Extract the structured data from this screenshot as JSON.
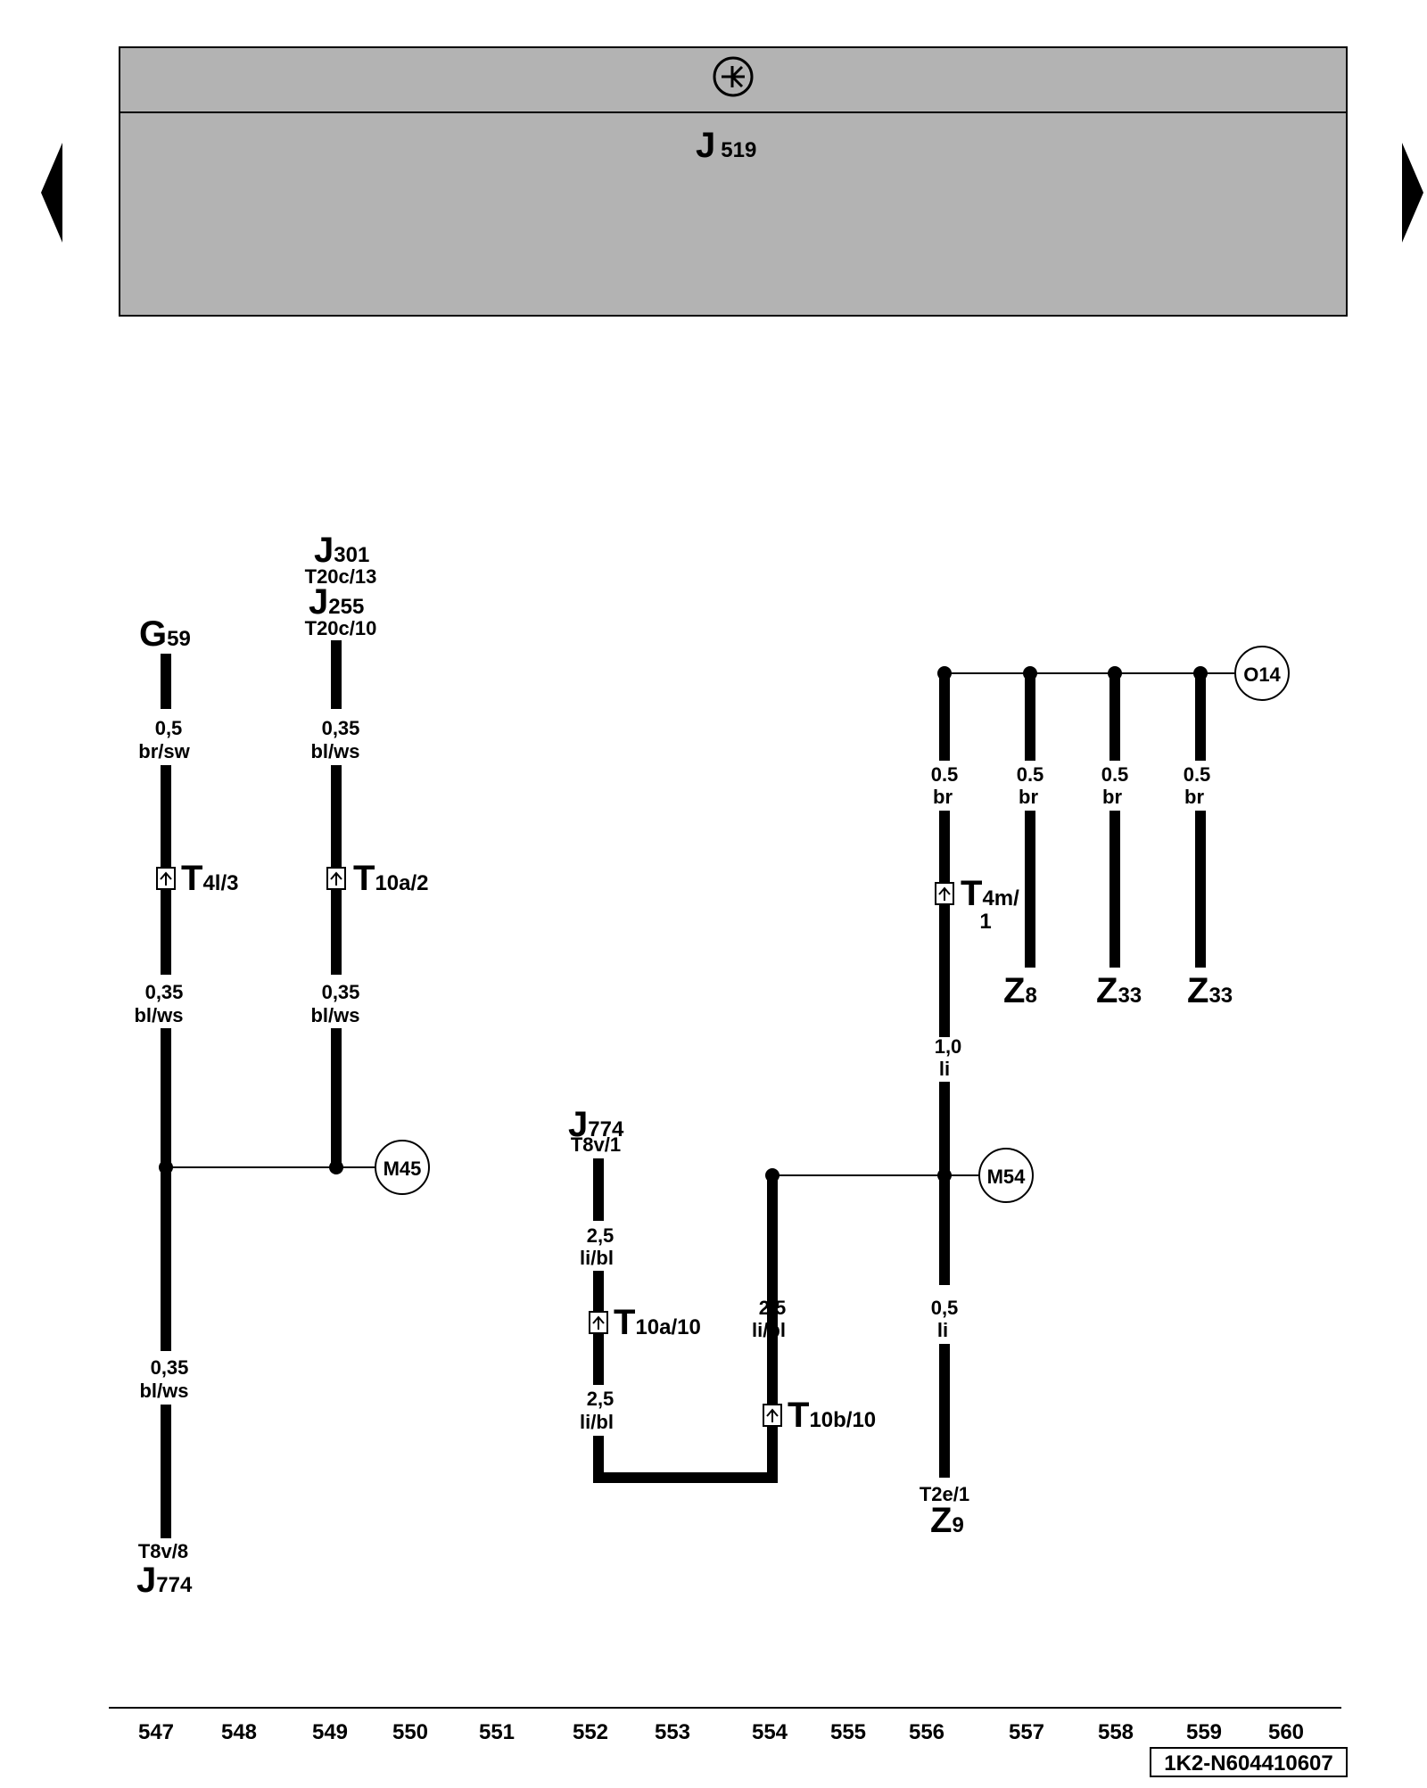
{
  "header": {
    "module_symbol": "ground-symbol",
    "module_label": "J",
    "module_number": "519"
  },
  "nav": {
    "prev": "previous-page",
    "next": "next-page"
  },
  "components": {
    "g59": {
      "letter": "G",
      "number": "59"
    },
    "j301": {
      "letter": "J",
      "number": "301",
      "pin": "T20c/13"
    },
    "j255": {
      "letter": "J",
      "number": "255",
      "pin": "T20c/10"
    },
    "j774_bottom": {
      "letter": "J",
      "number": "774",
      "pin": "T8v/8"
    },
    "j774_mid": {
      "letter": "J",
      "number": "774",
      "pin": "T8v/1"
    },
    "z9": {
      "letter": "Z",
      "number": "9",
      "pin": "T2e/1"
    },
    "z8": {
      "letter": "Z",
      "number": "8"
    },
    "z33a": {
      "letter": "Z",
      "number": "33"
    },
    "z33b": {
      "letter": "Z",
      "number": "33"
    }
  },
  "connectors": {
    "t4l3": {
      "letter": "T",
      "number": "4l/3"
    },
    "t10a2": {
      "letter": "T",
      "number": "10a/2"
    },
    "t4m1": {
      "letter": "T",
      "number": "4m/",
      "number2": "1"
    },
    "t10a10": {
      "letter": "T",
      "number": "10a/10"
    },
    "t10b10": {
      "letter": "T",
      "number": "10b/10"
    }
  },
  "grounds": {
    "m45": "M45",
    "m54": "M54",
    "o14": "O14"
  },
  "wires": {
    "w1": {
      "size": "0,5",
      "color": "br/sw"
    },
    "w2": {
      "size": "0,35",
      "color": "bl/ws"
    },
    "w3": {
      "size": "0,35",
      "color": "bl/ws"
    },
    "w4": {
      "size": "0,35",
      "color": "bl/ws"
    },
    "w5": {
      "size": "0,35",
      "color": "bl/ws"
    },
    "w6": {
      "size": "0.5",
      "color": "br"
    },
    "w7": {
      "size": "0.5",
      "color": "br"
    },
    "w8": {
      "size": "0.5",
      "color": "br"
    },
    "w9": {
      "size": "0.5",
      "color": "br"
    },
    "w10": {
      "size": "1,0",
      "color": "li"
    },
    "w11": {
      "size": "0,5",
      "color": "li"
    },
    "w12": {
      "size": "2,5",
      "color": "li/bl"
    },
    "w13": {
      "size": "2,5",
      "color": "li/bl"
    },
    "w14": {
      "size": "2,5",
      "color": "li/bl"
    }
  },
  "columns": [
    "547",
    "548",
    "549",
    "550",
    "551",
    "552",
    "553",
    "554",
    "555",
    "556",
    "557",
    "558",
    "559",
    "560"
  ],
  "doc_id": "1K2-N604410607",
  "colors": {
    "header_bg": "#b3b3b3",
    "line": "#000000"
  }
}
